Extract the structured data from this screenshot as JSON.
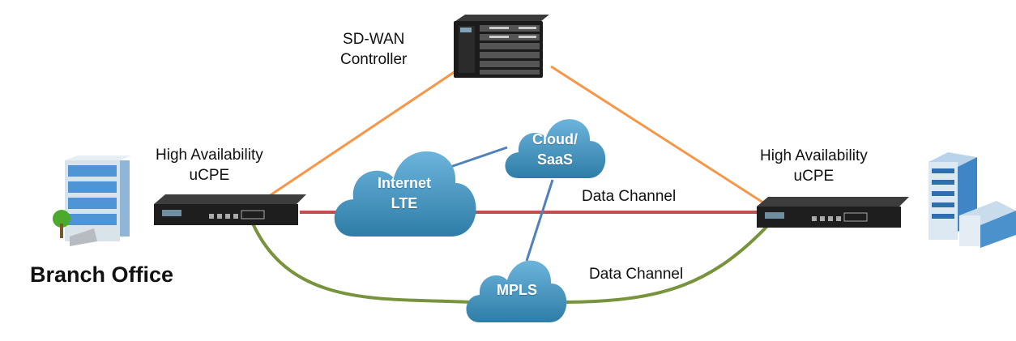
{
  "diagram": {
    "colors": {
      "controller_link": "#F79646",
      "internet_link": "#C0504D",
      "mpls_link": "#77933C",
      "cloud_link": "#4F81BD",
      "cloud_top": "#6CB4DC",
      "cloud_bottom": "#2E7DA7"
    },
    "controller": {
      "label_line1": "SD-WAN",
      "label_line2": "Controller",
      "icon": "chassis-server-icon"
    },
    "left_ucpe": {
      "label_line1": "High Availability",
      "label_line2": "uCPE",
      "icon": "router-appliance-icon"
    },
    "right_ucpe": {
      "label_line1": "High Availability",
      "label_line2": "uCPE",
      "icon": "router-appliance-icon"
    },
    "branch": {
      "label": "Branch Office",
      "icon": "office-building-icon"
    },
    "hq": {
      "icon": "corporate-buildings-icon"
    },
    "clouds": {
      "internet": {
        "line1": "Internet",
        "line2": "LTE"
      },
      "saas": {
        "line1": "Cloud/",
        "line2": "SaaS"
      },
      "mpls": {
        "line1": "MPLS"
      }
    },
    "channels": {
      "top": "Data Channel",
      "bottom": "Data Channel"
    }
  }
}
